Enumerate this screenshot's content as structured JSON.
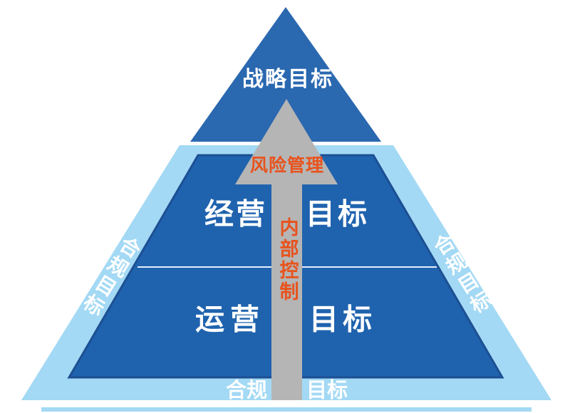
{
  "pyramid": {
    "strategic_label": "战略目标",
    "risk_label": "风险管理",
    "internal_control_label": "内部控制",
    "business_row": {
      "left": "经营",
      "right": "目标"
    },
    "operations_row": {
      "left": "运营",
      "right": "目标"
    },
    "compliance_bottom": {
      "left": "合规",
      "right": "目标"
    },
    "compliance_left_edge": "合规目标",
    "compliance_right_edge": "合规目标"
  },
  "colors": {
    "top_triangle": "#2a68b0",
    "outer_band": "#a3d9f4",
    "inner_panel": "#1f63ae",
    "inner_panel_border": "#1d4f93",
    "divider_line": "#e4f0fa",
    "arrow": "#b5b5b5",
    "accent_text": "#e8531d",
    "label_text": "#ffffff",
    "bottom_strip": "#a3d9f4"
  }
}
